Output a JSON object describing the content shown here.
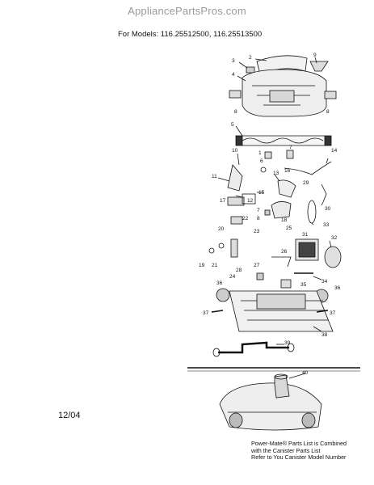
{
  "header": {
    "site": "AppliancePartsPros.com"
  },
  "models_label": "For Models:  116.25512500, 116.25513500",
  "date_code": "12/04",
  "note": {
    "line1": "Power-Mate® Parts List is Combined",
    "line2": "with the Canister Parts List",
    "line3": "Refer to You Canister Model Number"
  },
  "callouts": {
    "c1": "1",
    "c2": "2",
    "c3": "3",
    "c4": "4",
    "c5": "5",
    "c6": "6",
    "c7": "7",
    "c8a": "8",
    "c8b": "8",
    "c8c": "8",
    "c9": "9",
    "c10": "10",
    "c11": "11",
    "c12": "12",
    "c13": "13",
    "c14": "14",
    "c15": "15",
    "c16": "16",
    "c17": "17",
    "c18": "18",
    "c19": "19",
    "c20": "20",
    "c21": "21",
    "c22": "22",
    "c23": "23",
    "c24": "24",
    "c25": "25",
    "c26": "26",
    "c27": "27",
    "c28": "28",
    "c29": "29",
    "c30": "30",
    "c31": "31",
    "c32": "32",
    "c33": "33",
    "c34": "34",
    "c35": "35",
    "c36a": "36",
    "c36b": "36",
    "c37a": "37",
    "c37b": "37",
    "c38": "38",
    "c39": "39",
    "c40": "40"
  }
}
